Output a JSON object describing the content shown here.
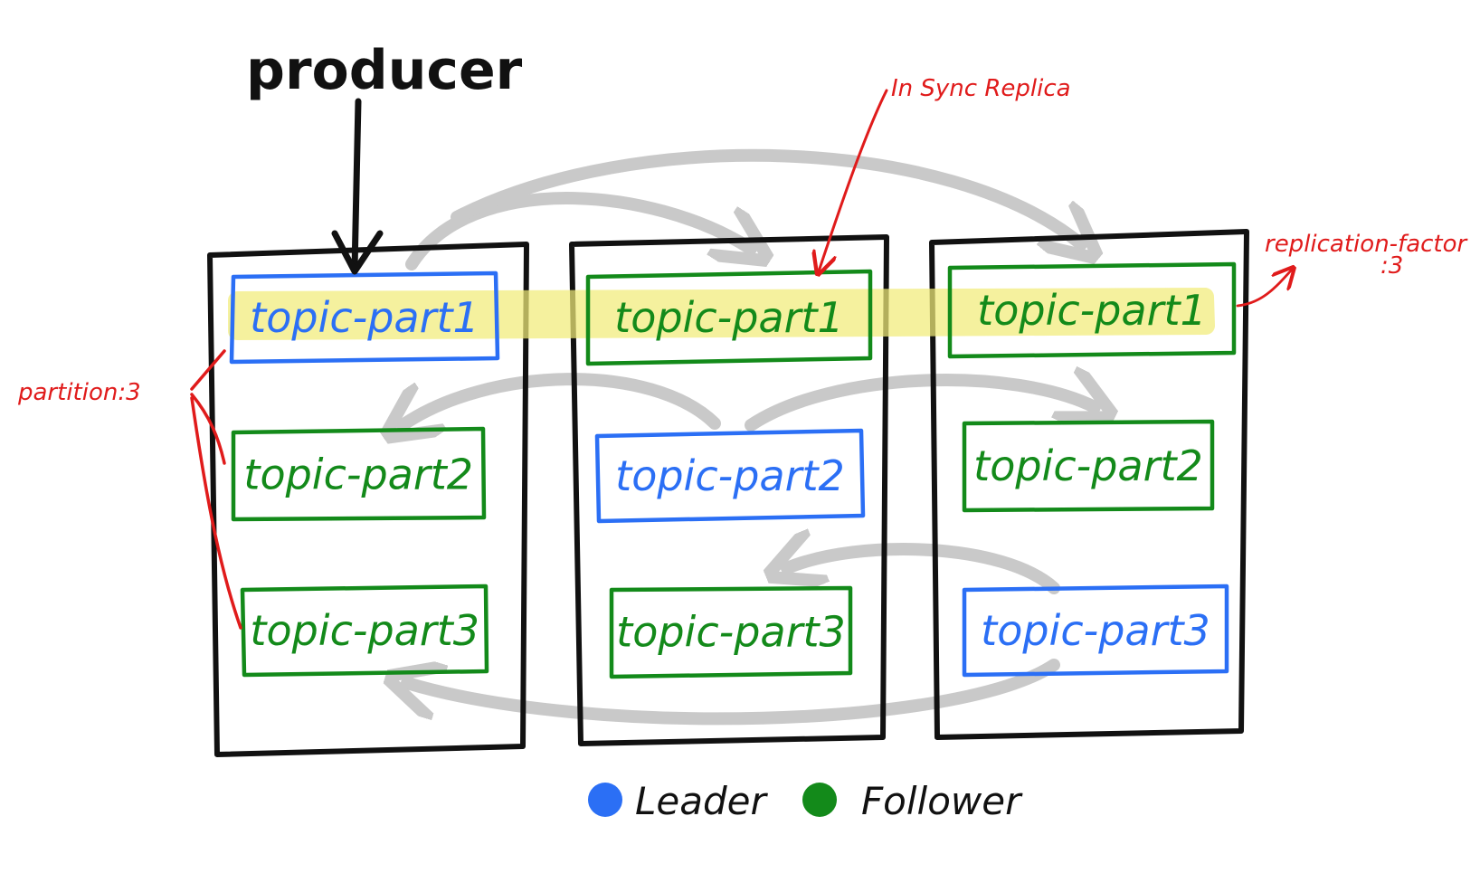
{
  "producer": {
    "label": "producer"
  },
  "notes": {
    "in_sync_replica": "In Sync Replica",
    "replication_factor_line1": "replication-factor",
    "replication_factor_line2": ":3",
    "partition": "partition:3"
  },
  "brokers": [
    {
      "partitions": [
        {
          "label": "topic-part1",
          "role": "leader"
        },
        {
          "label": "topic-part2",
          "role": "follower"
        },
        {
          "label": "topic-part3",
          "role": "follower"
        }
      ]
    },
    {
      "partitions": [
        {
          "label": "topic-part1",
          "role": "follower"
        },
        {
          "label": "topic-part2",
          "role": "leader"
        },
        {
          "label": "topic-part3",
          "role": "follower"
        }
      ]
    },
    {
      "partitions": [
        {
          "label": "topic-part1",
          "role": "follower"
        },
        {
          "label": "topic-part2",
          "role": "follower"
        },
        {
          "label": "topic-part3",
          "role": "leader"
        }
      ]
    }
  ],
  "legend": {
    "leader": "Leader",
    "follower": "Follower"
  },
  "colors": {
    "leader": "#2b6ff5",
    "follower": "#138a1a",
    "annotation": "#e01b1b",
    "highlight": "#f2ec7a",
    "replication_arrow": "#c4c4c4",
    "ink": "#111111"
  }
}
